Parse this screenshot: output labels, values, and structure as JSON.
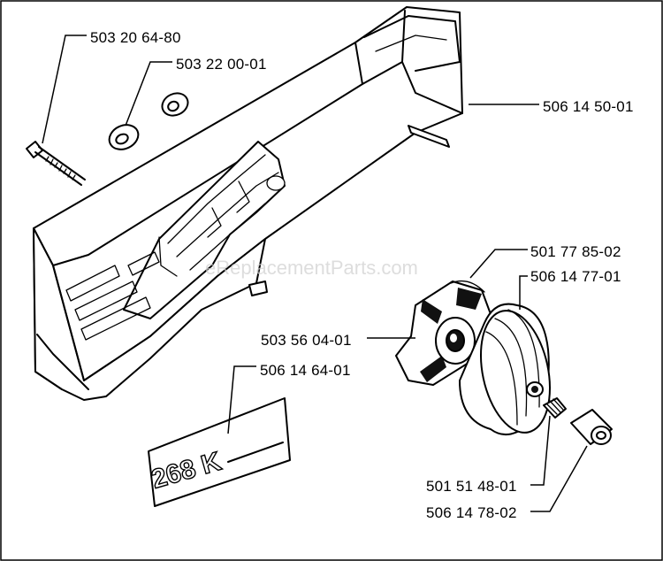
{
  "watermark": "eReplacementParts.com",
  "decal": {
    "text": "268 K"
  },
  "labels": [
    {
      "id": "bolt",
      "text": "503 20 64-80"
    },
    {
      "id": "bushing",
      "text": "503 22 00-01"
    },
    {
      "id": "cover",
      "text": "506 14 50-01"
    },
    {
      "id": "spring",
      "text": "501 77 85-02"
    },
    {
      "id": "drum",
      "text": "506 14 77-01"
    },
    {
      "id": "clutch",
      "text": "503 56 04-01"
    },
    {
      "id": "decal",
      "text": "506 14 64-01"
    },
    {
      "id": "bearing",
      "text": "501 51 48-01"
    },
    {
      "id": "sleeve",
      "text": "506 14 78-02"
    }
  ]
}
